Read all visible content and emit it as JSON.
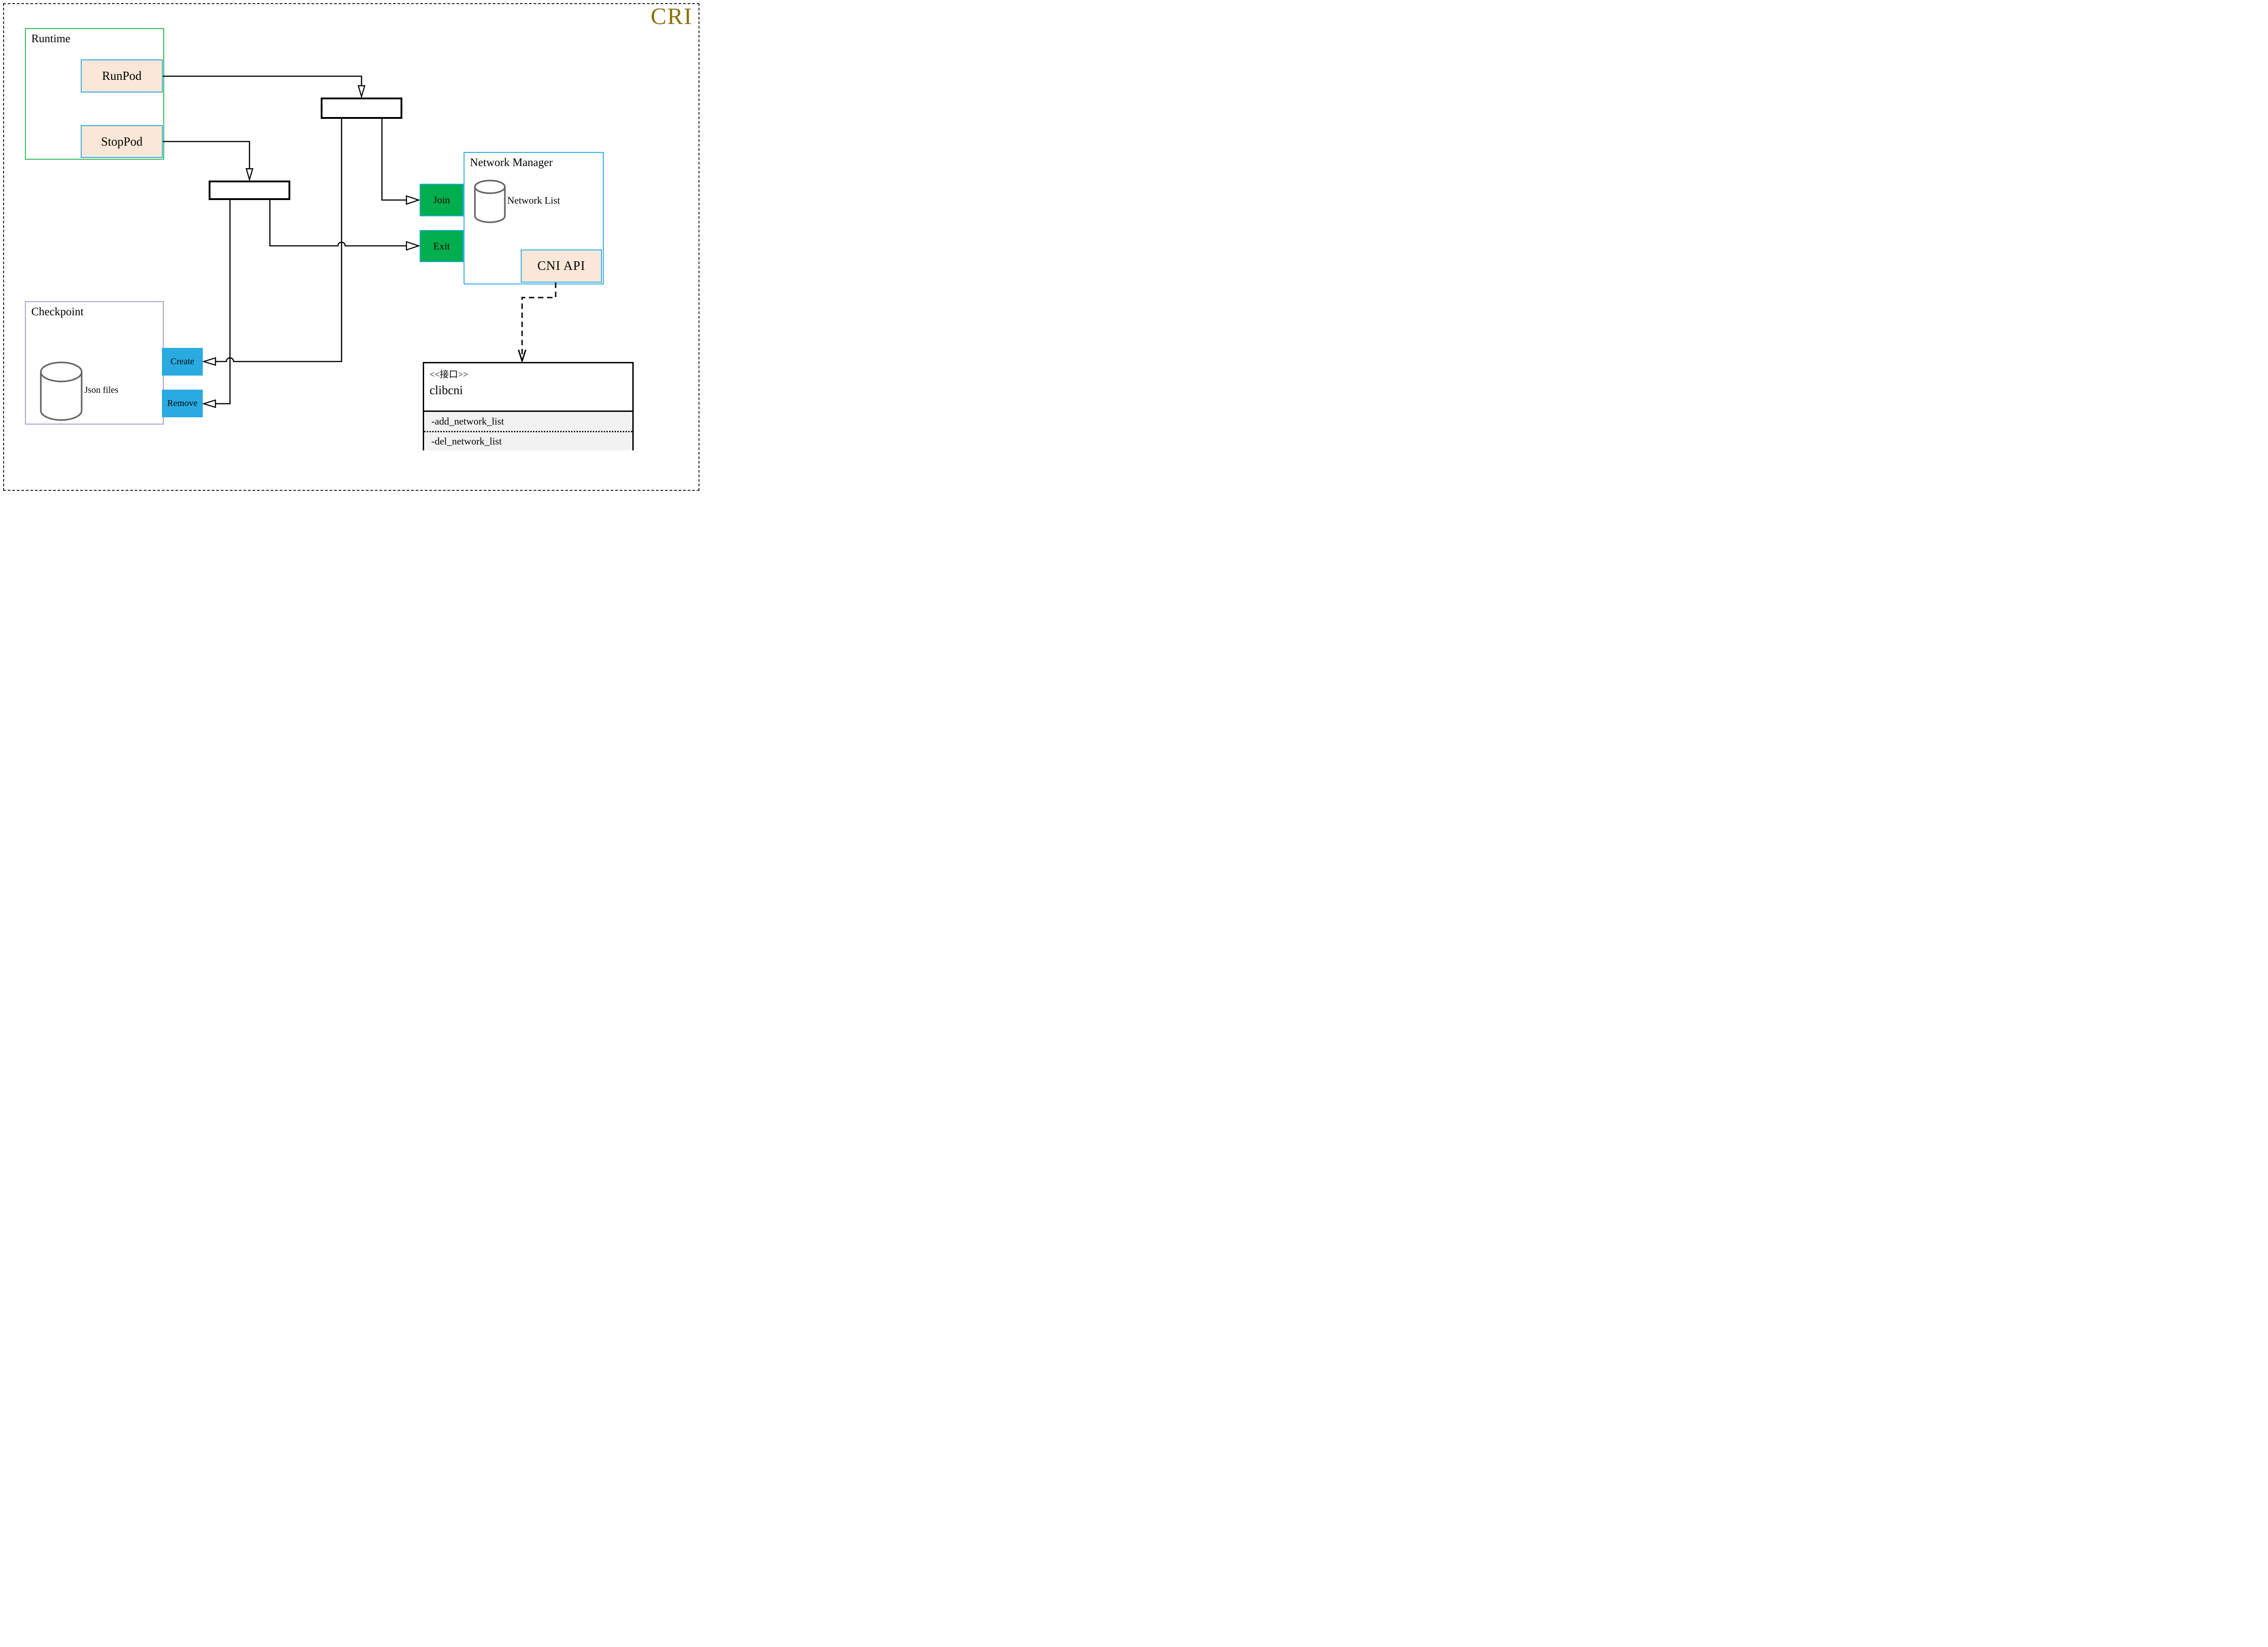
{
  "title": {
    "label": "CRI"
  },
  "colors": {
    "title_gold": "#8b720c",
    "runtime_border_green": "#2eb558",
    "blue_border": "#29abe2",
    "peach_fill": "#fbe7d8",
    "green_fill": "#00ae4e",
    "blue_fill": "#29abe2",
    "checkpoint_border_purple": "#a99bc9",
    "cylinder_gray": "#666666",
    "interface_section_bg": "#f2f2f2",
    "line_black": "#000000"
  },
  "runtime": {
    "label": "Runtime",
    "runpod_label": "RunPod",
    "stoppod_label": "StopPod"
  },
  "network_manager": {
    "label": "Network Manager",
    "network_list_label": "Network List",
    "join_label": "Join",
    "exit_label": "Exit",
    "cni_api_label": "CNI API"
  },
  "checkpoint": {
    "label": "Checkpoint",
    "json_files_label": "Json files",
    "create_label": "Create",
    "remove_label": "Remove"
  },
  "interface": {
    "stereotype": "<<接口>>",
    "name": "clibcni",
    "methods": [
      "-add_network_list",
      "-del_network_list"
    ]
  }
}
